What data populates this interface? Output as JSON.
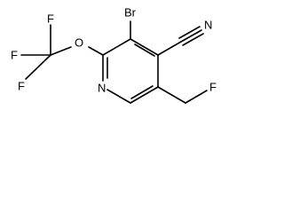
{
  "atoms": {
    "br": "Br",
    "n_triple": "N",
    "f1": "F",
    "f2": "F",
    "f3": "F",
    "o": "O",
    "n_ring": "N",
    "f_ch2": "F"
  },
  "colors": {
    "bond": "#000000",
    "label": "#000000",
    "background": "#ffffff"
  }
}
